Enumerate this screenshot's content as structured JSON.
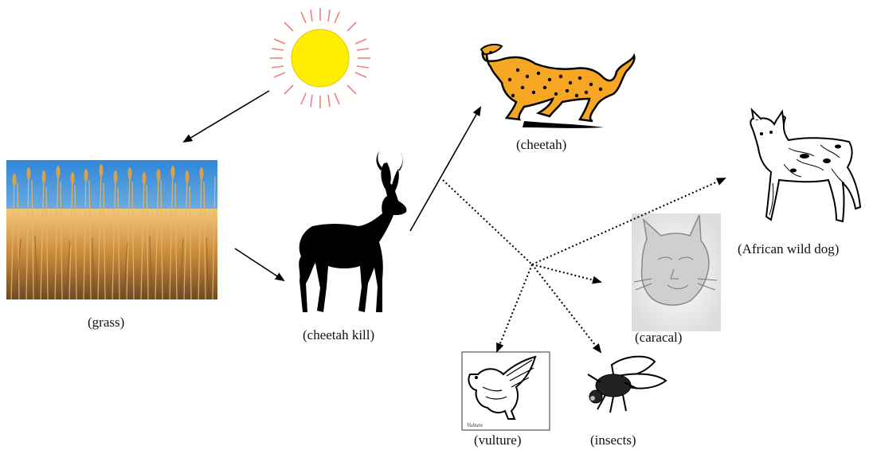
{
  "labels": {
    "grass": "(grass)",
    "cheetah_kill": "(cheetah kill)",
    "cheetah": "(cheetah)",
    "african_wild_dog": "(African wild dog)",
    "caracal": "(caracal)",
    "vulture": "(vulture)",
    "insects": "(insects)",
    "vulture_caption": "Vulture"
  },
  "colors": {
    "sun": "#ffee00",
    "sun_rays": "#f08080",
    "cheetah_fur": "#f5a623",
    "sky": "#3b8fd6",
    "grass": "#d9a24a"
  }
}
